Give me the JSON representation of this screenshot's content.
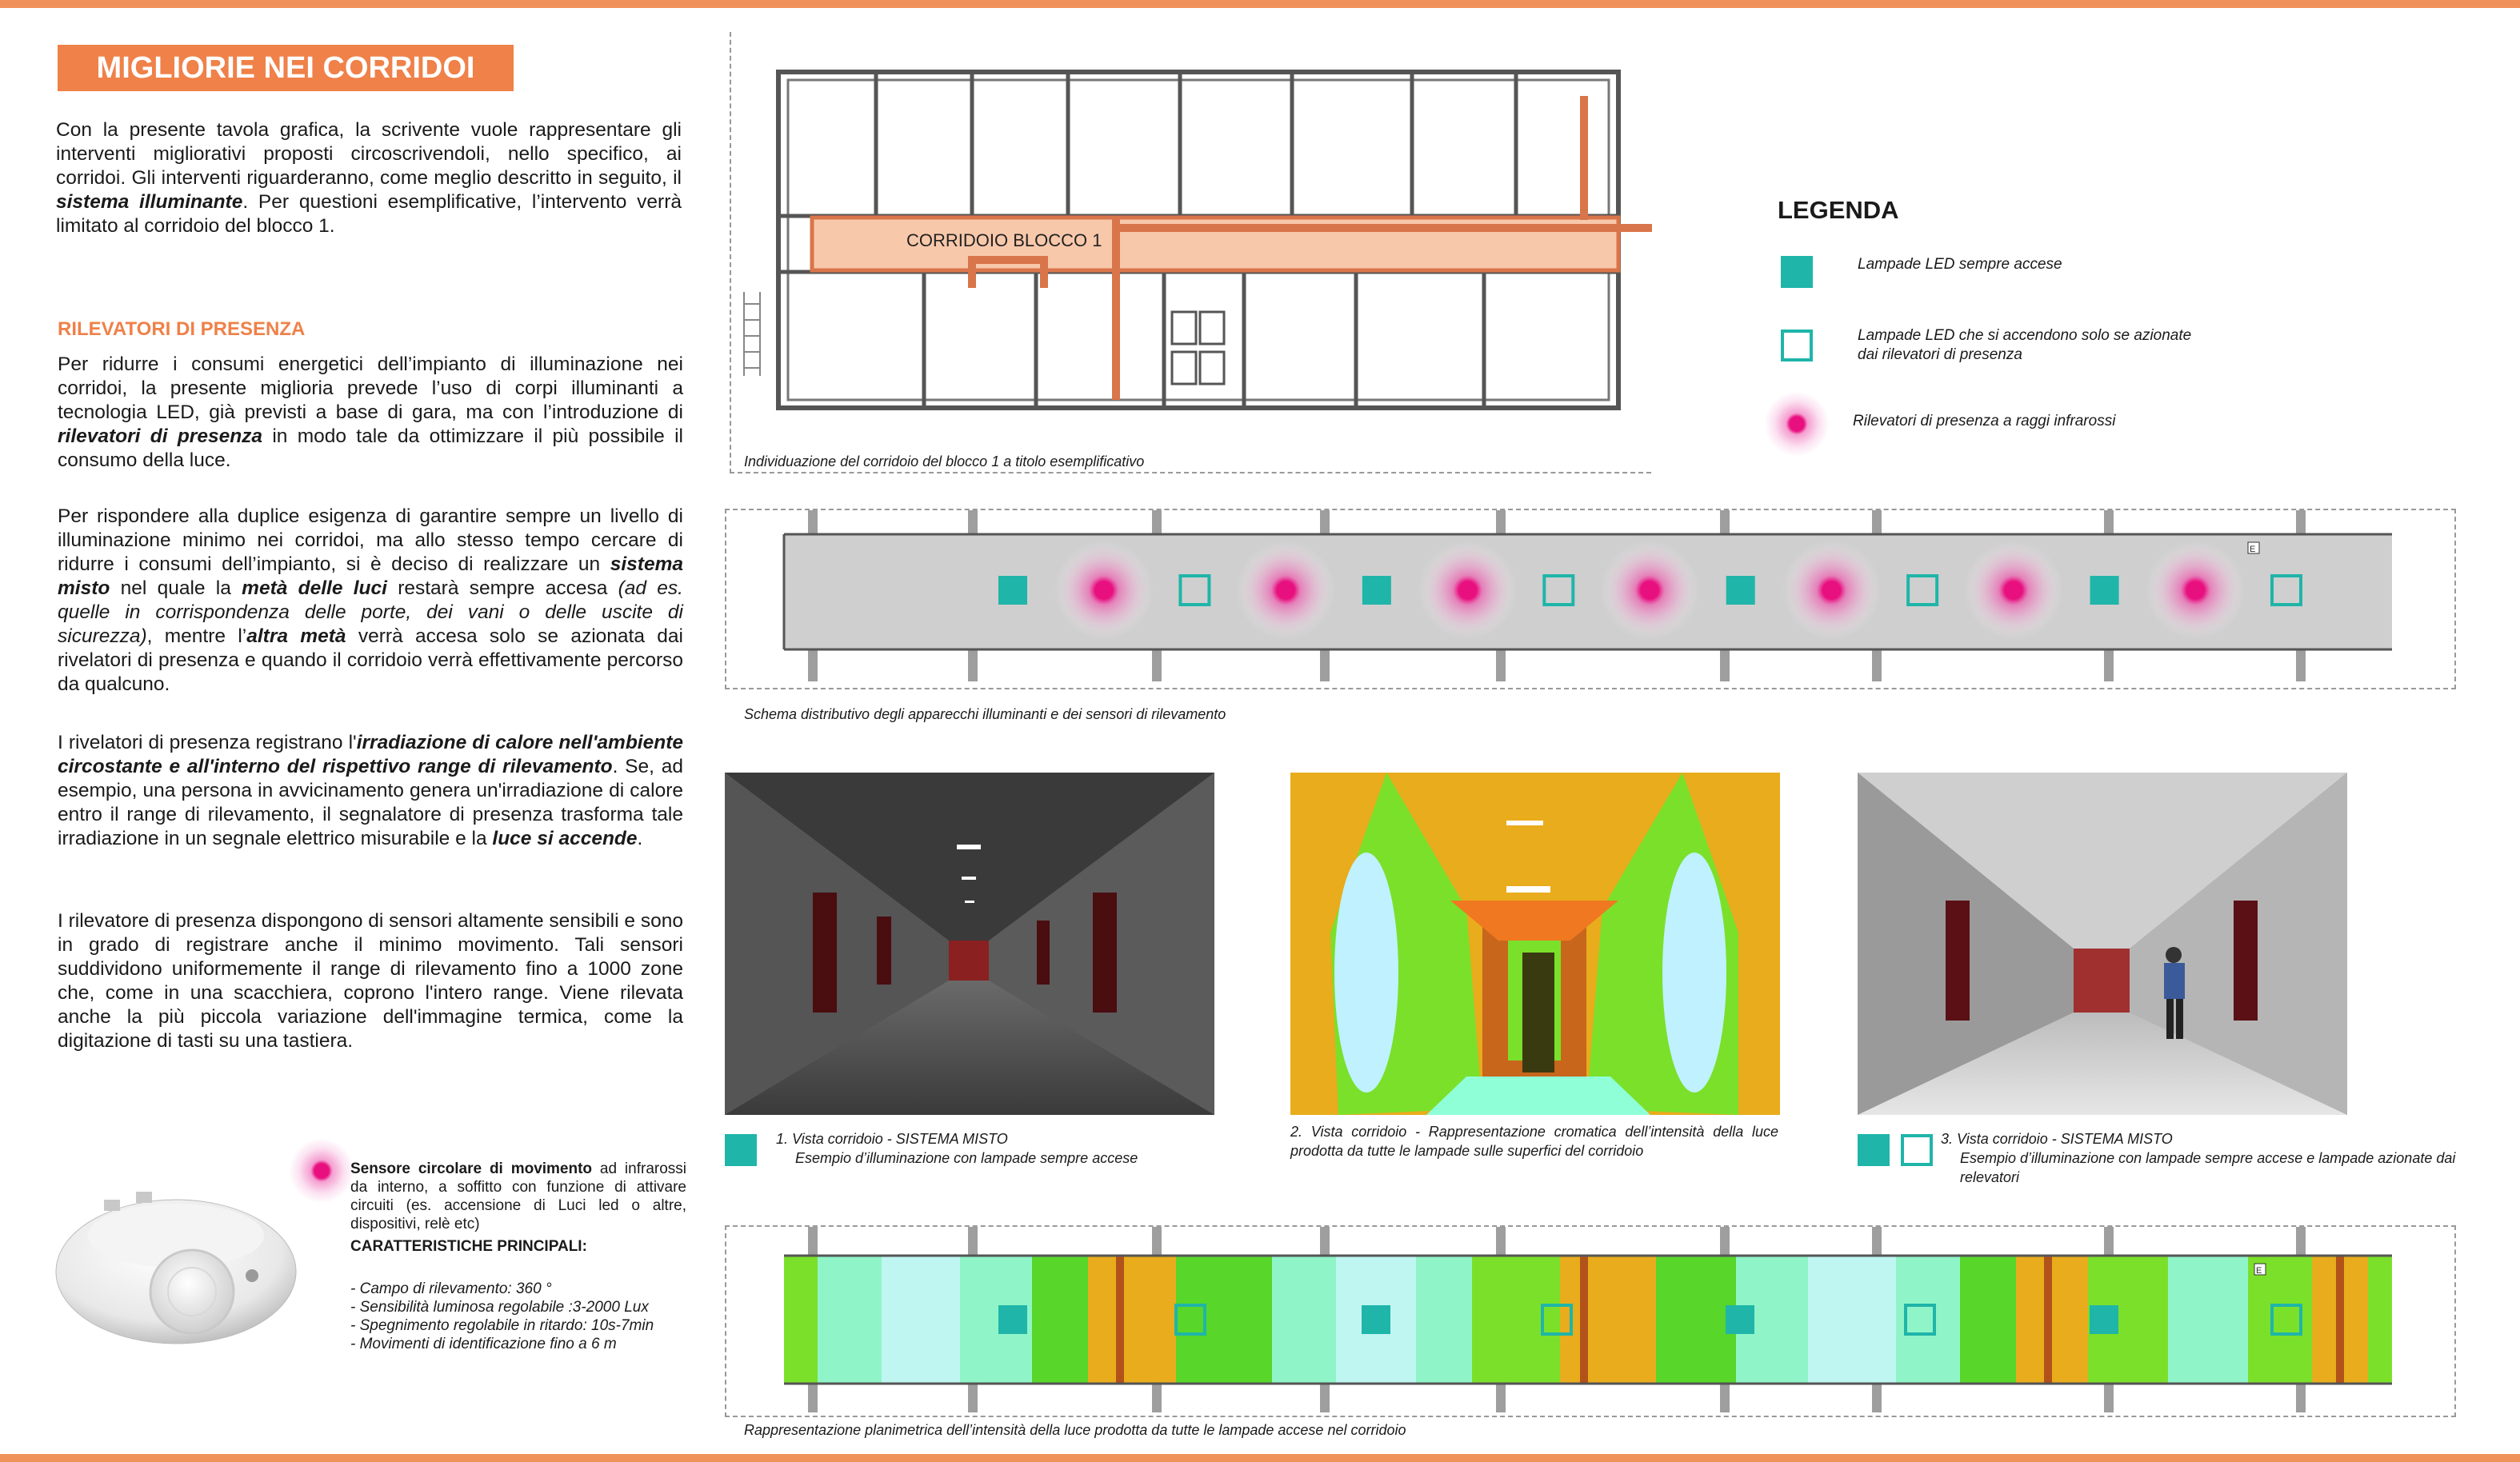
{
  "title": "MIGLIORIE NEI CORRIDOI",
  "intro": {
    "p1": "Con la presente tavola grafica, la scrivente vuole rappresentare gli interventi migliorativi proposti circoscrivendoli, nello specifico, ai corridoi. Gli interventi riguarderanno, come meglio descritto in seguito, il ",
    "p1_em": "sistema illuminante",
    "p1_end": ". Per questioni esemplificative, l’intervento verrà limitato al corridoio del blocco 1."
  },
  "section": {
    "title": "RILEVATORI DI PRESENZA",
    "para1_a": "Per ridurre i consumi energetici dell’impianto di illuminazione nei corridoi, la presente miglioria prevede l’uso di corpi illuminanti a tecnologia LED, già previsti a base di gara, ma con l’introduzione di ",
    "para1_em": "rilevatori di presenza",
    "para1_b": " in modo tale da ottimizzare il più possibile il consumo della luce.",
    "para2_a": "Per rispondere alla duplice esigenza di garantire sempre un livello di illuminazione minimo nei corridoi, ma allo stesso tempo cercare di ridurre i consumi dell’impianto, si è deciso di realizzare un ",
    "para2_em1": "sistema misto",
    "para2_b": " nel quale la ",
    "para2_em2": "metà delle luci",
    "para2_c": " restarà sempre accesa ",
    "para2_it": "(ad es. quelle in corrispondenza delle porte, dei vani o delle uscite di sicurezza)",
    "para2_d": ", mentre l’",
    "para2_em3": "altra metà",
    "para2_e": " verrà accesa solo se azionata dai rivelatori di presenza e quando il corridoio verrà effettivamente percorso da qualcuno.",
    "para3_a": "I rivelatori di presenza registrano l'",
    "para3_em1": "irradiazione di calore nell'ambiente circostante e all'interno del rispettivo range di rilevamento",
    "para3_b": ". Se, ad esempio, una persona in avvicinamento genera un'irradiazione di calore entro il range di rilevamento, il segnalatore di presenza trasforma tale irradiazione in un segnale elettrico misurabile e la ",
    "para3_em2": "luce si accende",
    "para3_c": ".",
    "para4": "I rilevatore di presenza dispongono di sensori altamente sensibili e sono in grado di registrare anche il minimo movimento. Tali sensori suddividono uniformemente il range di rilevamento fino a 1000 zone che, come in una scacchiera, coprono l'intero range. Viene rilevata anche la più piccola variazione dell'immagine termica, come la digitazione di tasti su una tastiera."
  },
  "sensor": {
    "name": "Sensore circolare di movimento",
    "desc": " ad infrarossi da interno, a soffitto con funzione di attivare circuiti (es. accensione di Luci led o altre, dispositivi, relè etc)",
    "features_title": "CARATTERISTICHE PRINCIPALI:",
    "features": [
      "- Campo di rilevamento: 360 °",
      "- Sensibilità luminosa regolabile :3-2000 Lux",
      "- Spegnimento regolabile in ritardo: 10s-7min",
      "- Movimenti di identificazione fino a 6 m"
    ]
  },
  "plan": {
    "corridor_label": "CORRIDOIO BLOCCO 1",
    "caption": "Individuazione del corridoio del blocco 1 a titolo esemplificativo"
  },
  "legend": {
    "title": "LEGENDA",
    "items": [
      "Lampade LED sempre accese",
      "Lampade LED che si accendono solo se azionate",
      "dai rilevatori di presenza",
      "Rilevatori di presenza a raggi infrarossi"
    ]
  },
  "schema": {
    "caption": "Schema distributivo degli apparecchi illuminanti e dei sensori di rilevamento",
    "symbols": [
      "fill",
      "sensor",
      "outline",
      "sensor",
      "fill",
      "sensor",
      "outline",
      "sensor",
      "fill",
      "sensor",
      "outline",
      "sensor",
      "fill",
      "sensor",
      "outline"
    ],
    "exit_label": "E"
  },
  "views": [
    {
      "title": "1. Vista corridoio - SISTEMA MISTO",
      "sub": "Esempio d’illuminazione con lampade sempre accese"
    },
    {
      "title": "2. Vista corridoio - Rappresentazione cromatica dell’intensità della luce prodotta da tutte le lampade sulle superfici del corridoio"
    },
    {
      "title": "3. Vista corridoio - SISTEMA MISTO",
      "sub": "Esempio d’illuminazione con lampade sempre accese e lampade azionate dai relevatori"
    }
  ],
  "intensity": {
    "caption": "Rappresentazione planimetrica dell’intensità della luce prodotta da tutte le lampade accese nel corridoio",
    "exit_label": "E"
  },
  "colors": {
    "accent": "#ef8149",
    "teal": "#1fb5a9",
    "sensor": "#e8107f",
    "corridor_fill": "#f8c8aa"
  }
}
